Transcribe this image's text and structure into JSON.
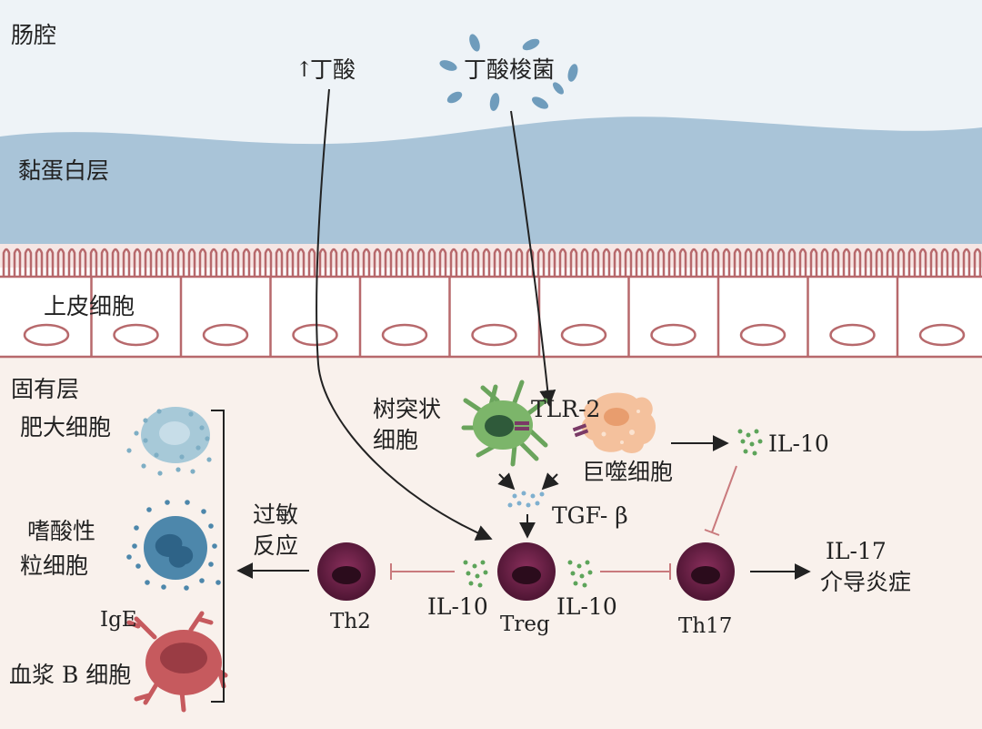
{
  "regions": {
    "lumen": "肠腔",
    "mucus": "黏蛋白层",
    "epithelium": "上皮细胞",
    "lamina_propria": "固有层"
  },
  "lumen": {
    "butyrate_arrow": "↑",
    "butyrate": "丁酸",
    "bacteria": "丁酸梭菌"
  },
  "cells": {
    "dendritic_line1": "树突状",
    "dendritic_line2": "细胞",
    "receptor": "TLR-2",
    "macrophage": "巨噬细胞",
    "mast_cell": "肥大细胞",
    "eosinophil_line1": "嗜酸性",
    "eosinophil_line2": "粒细胞",
    "igE": "IgE",
    "plasma_b": "血浆 B 细胞",
    "th2": "Th2",
    "treg": "Treg",
    "th17": "Th17"
  },
  "cytokines": {
    "tgf": "TGF- β",
    "il10_macrophage": "IL-10",
    "il10_left": "IL-10",
    "il10_right": "IL-10",
    "il17_line1": "IL-17",
    "il17_line2": "介导炎症"
  },
  "outcomes": {
    "allergy_line1": "过敏",
    "allergy_line2": "反应"
  },
  "colors": {
    "lumen_bg": "#eef3f7",
    "mucus": "#a9c4d8",
    "epithelium_border": "#b7696c",
    "lamina_bg": "#f9f1ec",
    "bacteria": "#6f9cbc",
    "dendritic": "#6aa45c",
    "macrophage": "#f4c19d",
    "mast_cell": "#a7c9d8",
    "eosinophil": "#4d87ab",
    "plasma_b": "#c65a5e",
    "t_cell": "#6a1f45",
    "cytokine_dot": "#5da45a",
    "tgf_dot": "#7fb0cf",
    "inhibit": "#c97a7d"
  }
}
